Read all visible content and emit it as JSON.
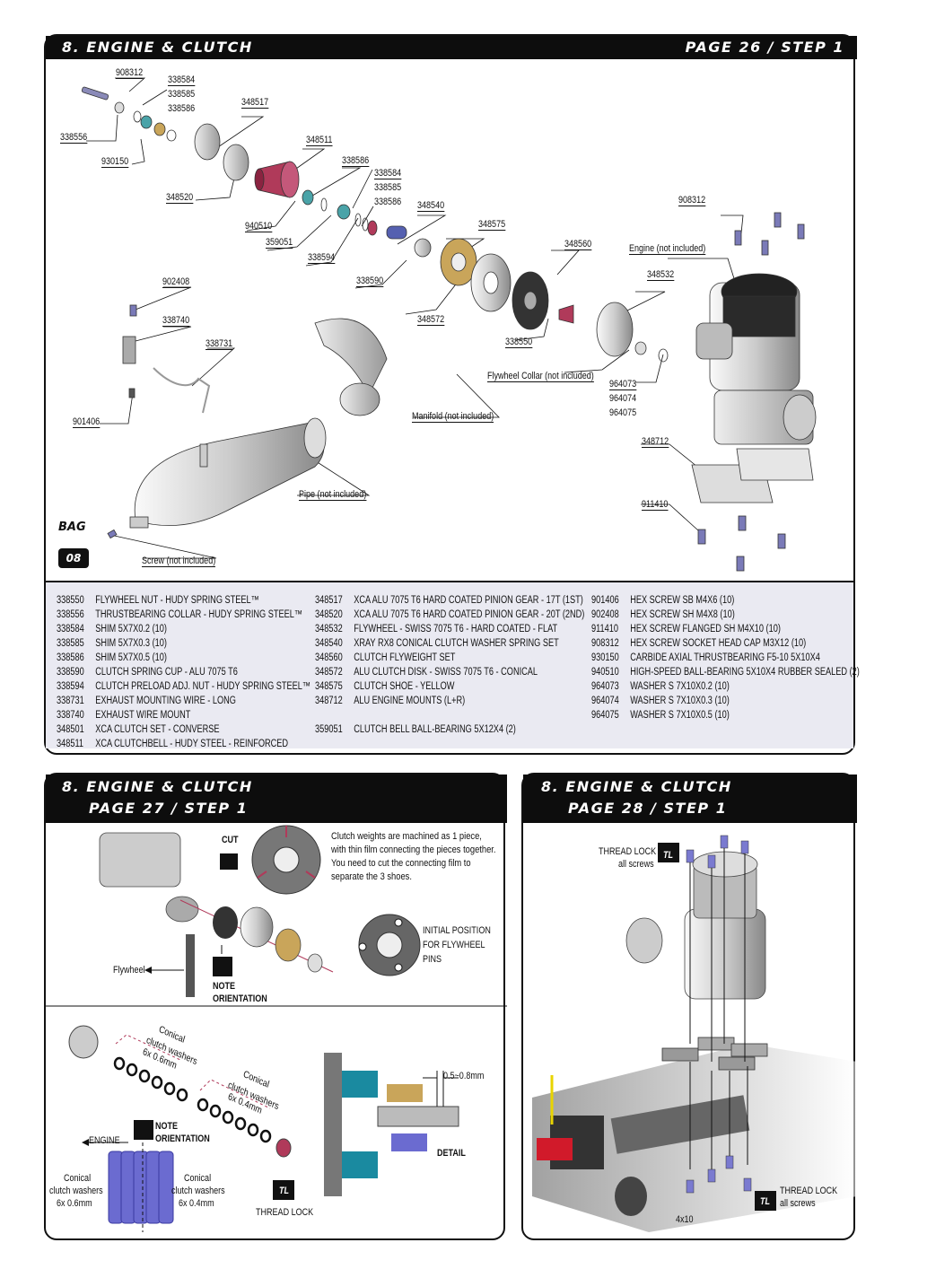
{
  "main": {
    "title": "8. ENGINE & CLUTCH",
    "page": "PAGE 26 / STEP 1",
    "bag_label": "BAG",
    "bag_number": "08",
    "callouts": [
      "908312",
      "338584",
      "338585",
      "338586",
      "348517",
      "338556",
      "930150",
      "348520",
      "348511",
      "338586",
      "338584",
      "338585",
      "338586",
      "940510",
      "359051",
      "348540",
      "338594",
      "348575",
      "338590",
      "348560",
      "348572",
      "338550",
      "908312",
      "Engine (not included)",
      "348532",
      "Flywheel Collar (not included)",
      "964073",
      "964074",
      "964075",
      "902408",
      "338740",
      "338731",
      "901406",
      "Manifold (not included)",
      "348712",
      "Pipe (not included)",
      "911410",
      "Screw (not included)"
    ],
    "parts_col1": [
      [
        "338550",
        "FLYWHEEL NUT - HUDY SPRING STEEL™"
      ],
      [
        "338556",
        "THRUSTBEARING COLLAR - HUDY SPRING STEEL™"
      ],
      [
        "338584",
        "SHIM 5X7X0.2  (10)"
      ],
      [
        "338585",
        "SHIM 5X7X0.3  (10)"
      ],
      [
        "338586",
        "SHIM 5X7X0.5  (10)"
      ],
      [
        "338590",
        "CLUTCH SPRING CUP - ALU 7075 T6"
      ],
      [
        "338594",
        "CLUTCH PRELOAD ADJ. NUT - HUDY SPRING STEEL™"
      ],
      [
        "338731",
        "EXHAUST MOUNTING WIRE - LONG"
      ],
      [
        "338740",
        "EXHAUST WIRE MOUNT"
      ],
      [
        "348501",
        "XCA CLUTCH SET - CONVERSE"
      ],
      [
        "348511",
        "XCA CLUTCHBELL - HUDY STEEL - REINFORCED"
      ]
    ],
    "parts_col2": [
      [
        "348517",
        "XCA ALU 7075 T6 HARD COATED PINION GEAR - 17T (1ST)"
      ],
      [
        "348520",
        "XCA ALU 7075 T6 HARD COATED PINION GEAR - 20T (2ND)"
      ],
      [
        "348532",
        "FLYWHEEL - SWISS 7075 T6 - HARD COATED - FLAT"
      ],
      [
        "348540",
        "XRAY RX8 CONICAL CLUTCH WASHER SPRING SET"
      ],
      [
        "348560",
        "CLUTCH FLYWEIGHT SET"
      ],
      [
        "348572",
        "ALU CLUTCH DISK - SWISS 7075 T6 - CONICAL"
      ],
      [
        "348575",
        "CLUTCH SHOE - YELLOW"
      ],
      [
        "348712",
        "ALU ENGINE MOUNTS (L+R)"
      ],
      [
        "",
        ""
      ],
      [
        "359051",
        "CLUTCH BELL BALL-BEARING 5X12X4 (2)"
      ]
    ],
    "parts_col3": [
      [
        "901406",
        "HEX SCREW SB M4X6  (10)"
      ],
      [
        "902408",
        "HEX SCREW SH M4X8  (10)"
      ],
      [
        "911410",
        "HEX SCREW FLANGED SH M4X10  (10)"
      ],
      [
        "908312",
        "HEX SCREW SOCKET HEAD CAP M3X12  (10)"
      ],
      [
        "930150",
        "CARBIDE AXIAL THRUSTBEARING F5-10 5X10X4"
      ],
      [
        "940510",
        "HIGH-SPEED BALL-BEARING 5X10X4 RUBBER SEALED  (2)"
      ],
      [
        "964073",
        "WASHER S 7X10X0.2  (10)"
      ],
      [
        "964074",
        "WASHER S 7X10X0.3  (10)"
      ],
      [
        "964075",
        "WASHER S 7X10X0.5  (10)"
      ]
    ]
  },
  "left": {
    "title": "8. ENGINE & CLUTCH",
    "page": "PAGE 27 / STEP 1",
    "cut": "CUT",
    "note_text": "Clutch weights are machined as 1 piece, with thin film connecting the pieces together. You need to cut the connecting film to separate the 3 shoes.",
    "initial_position": [
      "INITIAL POSITION",
      "FOR FLYWHEEL",
      "PINS"
    ],
    "flywheel": "Flywheel",
    "note": "NOTE",
    "orientation": "ORIENTATION",
    "conical_06": [
      "Conical",
      "clutch washers",
      "6x 0.6mm"
    ],
    "conical_04": [
      "Conical",
      "clutch washers",
      "6x 0.4mm"
    ],
    "gap": "0.5~0.8mm",
    "detail": "DETAIL",
    "engine": "ENGINE",
    "note2": "NOTE",
    "orientation2": "ORIENTATION",
    "bottom_06": [
      "Conical",
      "clutch washers",
      "6x 0.6mm"
    ],
    "bottom_04": [
      "Conical",
      "clutch washers",
      "6x 0.4mm"
    ],
    "thread_lock": "THREAD LOCK",
    "tl": "TL"
  },
  "right": {
    "title": "8. ENGINE & CLUTCH",
    "page": "PAGE 28 / STEP 1",
    "thread_lock_top": "THREAD LOCK",
    "all_screws_top": "all screws",
    "thread_lock_bottom": "THREAD LOCK",
    "all_screws_bottom": "all screws",
    "count": "4x10",
    "tl": "TL"
  }
}
